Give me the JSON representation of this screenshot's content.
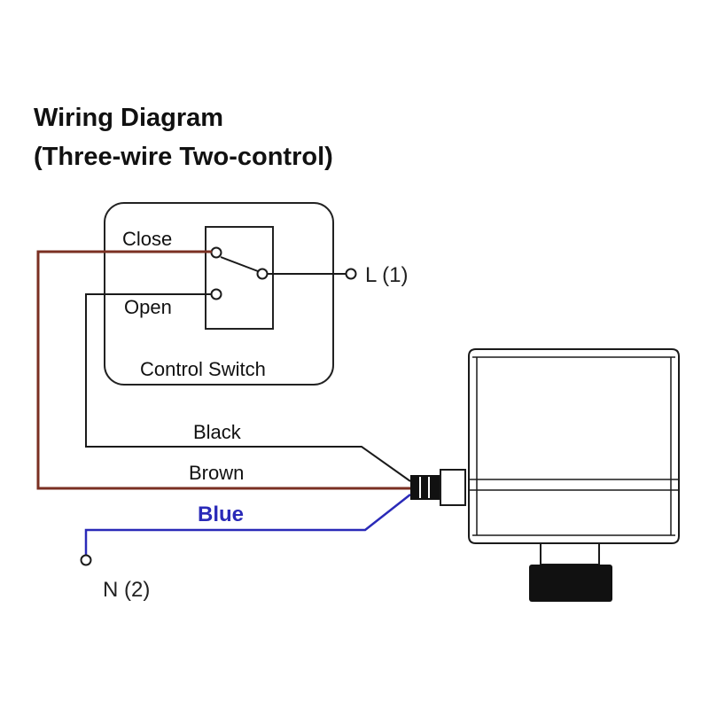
{
  "title": {
    "line1": "Wiring Diagram",
    "line2": "(Three-wire Two-control)"
  },
  "control_switch": {
    "label": "Control Switch",
    "close_label": "Close",
    "open_label": "Open"
  },
  "terminals": {
    "live": "L (1)",
    "neutral": "N (2)"
  },
  "wires": {
    "black": {
      "label": "Black",
      "color": "#1a1a1a"
    },
    "brown": {
      "label": "Brown",
      "color": "#7a2f22"
    },
    "blue": {
      "label": "Blue",
      "color": "#2a2ab8"
    }
  },
  "colors": {
    "line": "#1a1a1a",
    "box_stroke": "#222222",
    "connector": "#111111"
  }
}
